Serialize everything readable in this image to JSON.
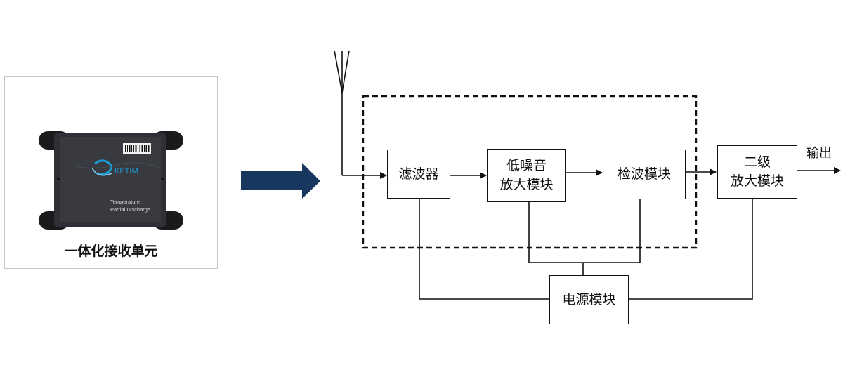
{
  "device": {
    "caption": "一体化接收单元",
    "logo_text": "KETIM",
    "label_line1": "Temperature",
    "label_line2": "Partial Discharge"
  },
  "blocks": {
    "filter": "滤波器",
    "lna": "低噪音\n放大模块",
    "detector": "检波模块",
    "second_amp": "二级\n放大模块",
    "power": "电源模块"
  },
  "output_label": "输出",
  "colors": {
    "arrow": "#17375e",
    "device_body": "#2e3035",
    "logo": "#1a9cd8",
    "line": "#111111"
  }
}
